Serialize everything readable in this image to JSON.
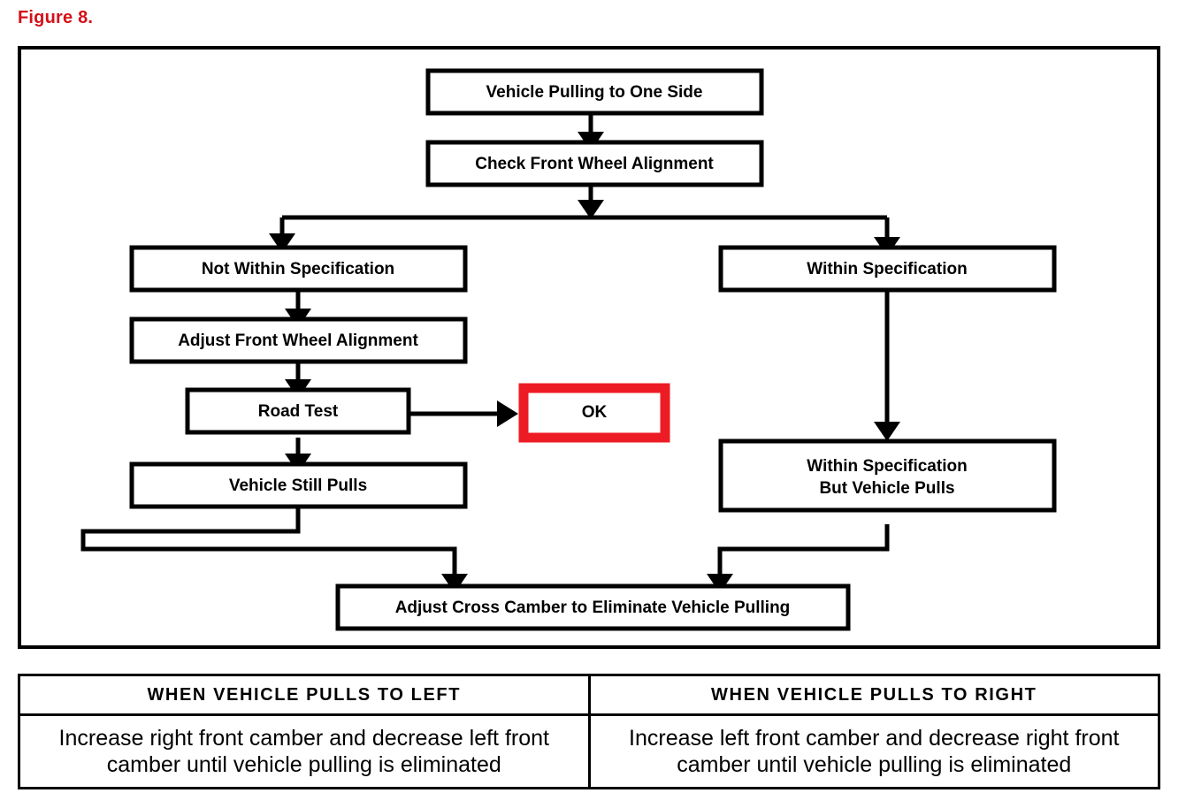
{
  "figure": {
    "title": "Figure 8.",
    "title_color": "#d41018"
  },
  "flowchart": {
    "accent_ok_color": "#ed1c24",
    "line_color": "#000000",
    "nodes": [
      {
        "id": "vehicle-pulling",
        "label": "Vehicle Pulling to One Side"
      },
      {
        "id": "check-alignment",
        "label": "Check Front Wheel Alignment"
      },
      {
        "id": "not-within-spec",
        "label": "Not Within Specification"
      },
      {
        "id": "within-spec",
        "label": "Within Specification"
      },
      {
        "id": "adjust-alignment",
        "label": "Adjust Front Wheel Alignment"
      },
      {
        "id": "road-test",
        "label": "Road Test"
      },
      {
        "id": "ok",
        "label": "OK"
      },
      {
        "id": "vehicle-still-pulls",
        "label": "Vehicle Still Pulls"
      },
      {
        "id": "within-spec-but-pulls-line1",
        "label": "Within Specification"
      },
      {
        "id": "within-spec-but-pulls-line2",
        "label": "But Vehicle Pulls"
      },
      {
        "id": "adjust-cross-camber",
        "label": "Adjust Cross Camber to Eliminate Vehicle Pulling"
      }
    ],
    "edges": [
      {
        "from": "vehicle-pulling",
        "to": "check-alignment"
      },
      {
        "from": "check-alignment",
        "to": "not-within-spec"
      },
      {
        "from": "check-alignment",
        "to": "within-spec"
      },
      {
        "from": "not-within-spec",
        "to": "adjust-alignment"
      },
      {
        "from": "adjust-alignment",
        "to": "road-test"
      },
      {
        "from": "road-test",
        "to": "ok"
      },
      {
        "from": "road-test",
        "to": "vehicle-still-pulls"
      },
      {
        "from": "within-spec",
        "to": "within-spec-but-pulls"
      },
      {
        "from": "vehicle-still-pulls",
        "to": "adjust-cross-camber"
      },
      {
        "from": "within-spec-but-pulls",
        "to": "adjust-cross-camber"
      }
    ]
  },
  "table": {
    "columns": [
      {
        "header": "WHEN VEHICLE PULLS TO LEFT",
        "body": "Increase right front camber and decrease left front camber until vehicle pulling is eliminated"
      },
      {
        "header": "WHEN VEHICLE PULLS TO RIGHT",
        "body": "Increase left front camber and decrease right front camber until vehicle pulling is eliminated"
      }
    ]
  }
}
